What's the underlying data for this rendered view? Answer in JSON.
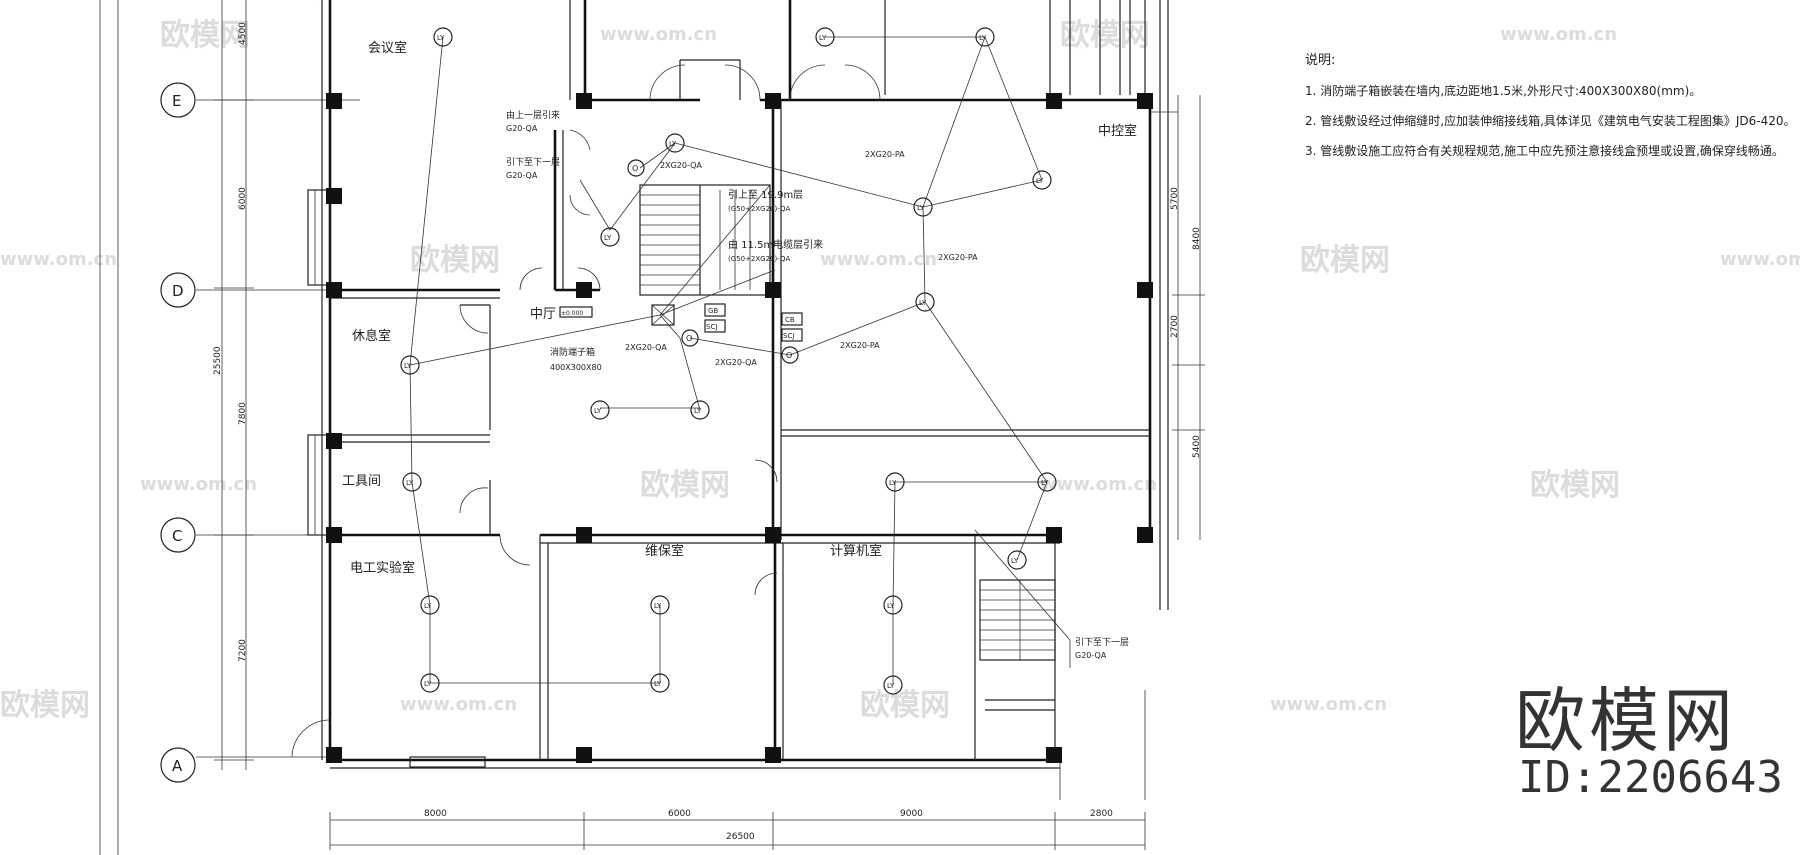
{
  "rooms": {
    "meeting": "会议室",
    "control": "中控室",
    "lounge": "休息室",
    "hall": "中厅",
    "tools": "工具间",
    "elec_lab": "电工实验室",
    "maintenance": "维保室",
    "computer": "计算机室"
  },
  "axes": [
    "E",
    "D",
    "C",
    "A"
  ],
  "dimensions": {
    "bottom": [
      "8000",
      "6000",
      "9000",
      "2800"
    ],
    "bottom_total": "26500",
    "left": [
      "4500",
      "6000",
      "7800",
      "7200"
    ],
    "left_total": "25500",
    "right": [
      "5700",
      "8400",
      "2700",
      "5400"
    ]
  },
  "annotations": {
    "from_upper": "由上一层引来",
    "from_upper_code": "G20-QA",
    "down_lower": "引下至下一层",
    "down_lower_code": "G20-QA",
    "up_to": "引上至  19.9m层",
    "up_code": "(G50+2XG20)-QA",
    "from_11": "由  11.5m电缆层引来",
    "from_11_code": "(G50+2XG20)-QA",
    "box_label": "消防端子箱",
    "box_size": "400X300X80",
    "hall_elev": "±0.000",
    "pipe_a": "2XG20-PA",
    "pipe_b": "2XG20-PA",
    "pipe_c": "2XG20-PA",
    "pipe_d": "2XG20-QA",
    "pipe_e": "2XG20-QA",
    "pipe_f": "2XG20-QA",
    "down_right": "引下至下一层",
    "down_right_code": "G20-QA",
    "gb": "GB",
    "scj": "SCJ",
    "cb": "CB",
    "scj2": "SCJ"
  },
  "detector_label": "LY",
  "o_label": "O",
  "notes": {
    "title": "说明:",
    "items": [
      "1. 消防端子箱嵌装在墙内,底边距地1.5米,外形尺寸:400X300X80(mm)。",
      "2. 管线敷设经过伸缩缝时,应加装伸缩接线箱,具体详见《建筑电气安装工程图集》JD6-420。",
      "3. 管线敷设施工应符合有关规程规范,施工中应先预注意接线盒预埋或设置,确保穿线畅通。"
    ]
  },
  "watermark": {
    "text": "欧模网",
    "url": "www.om.cn"
  },
  "brand": {
    "name": "欧模网",
    "id": "ID:2206643"
  }
}
